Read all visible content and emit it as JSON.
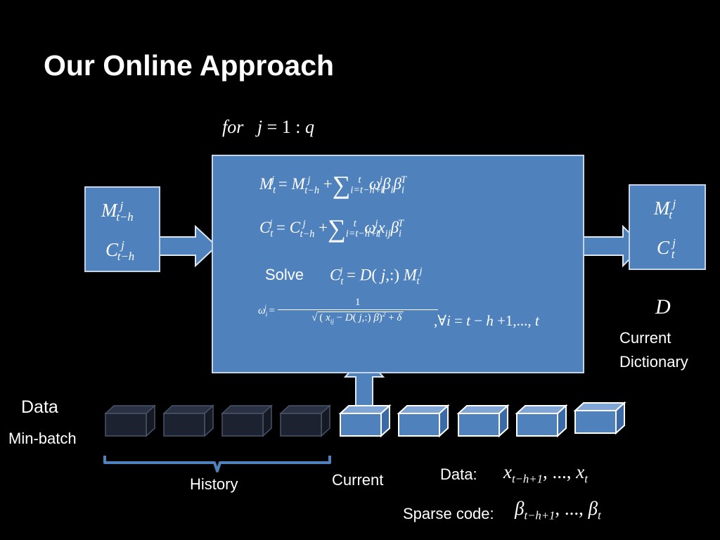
{
  "slide": {
    "title": "Our Online Approach",
    "solve_label": "Solve",
    "current_dictionary_label": [
      "Current",
      "Dictionary"
    ],
    "data_label": "Data",
    "minibatch_label": "Min-batch",
    "history_label": "History",
    "current_label": "Current",
    "data_seq_label": "Data:",
    "sparse_code_label": "Sparse code:"
  },
  "colors": {
    "background": "#000000",
    "panel_fill": "#4f81bd",
    "panel_border": "#c6d4e8",
    "history_block": "#1c2230",
    "current_block": "#4f81bd",
    "brace": "#4f81bd",
    "curved_arrow_fill": "#f2b8b4",
    "curved_arrow_edge": "#9bbb59"
  }
}
